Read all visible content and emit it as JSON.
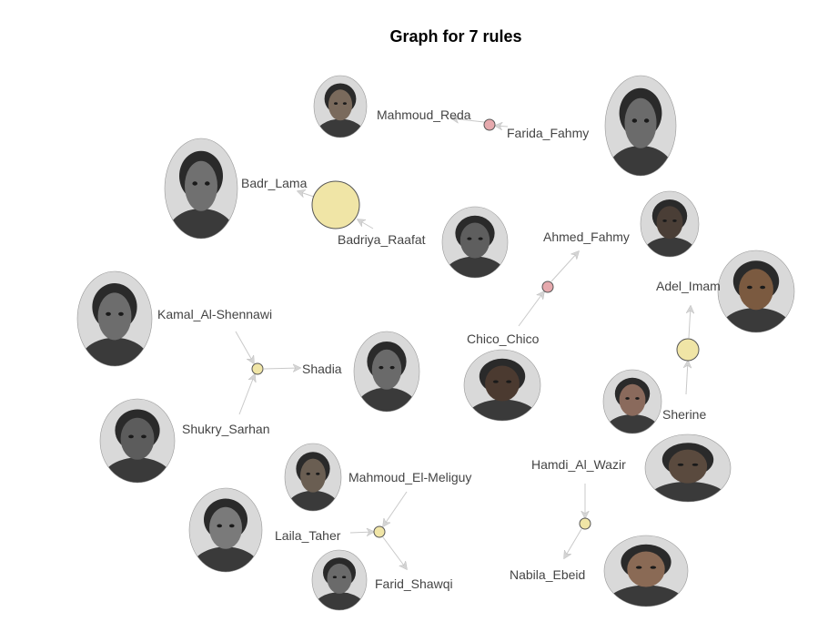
{
  "title": "Graph for 7 rules",
  "colors": {
    "rule_yellow": "#f0e5a6",
    "rule_pink": "#e6a9ad",
    "edge": "#c9c9c9",
    "label": "#444444"
  },
  "people": [
    {
      "id": "mahmoud_reda",
      "label": "Mahmoud_Reda",
      "portrait": "portrait-photo",
      "tone": "#7a6a5c"
    },
    {
      "id": "farida_fahmy",
      "label": "Farida_Fahmy",
      "portrait": "portrait-photo",
      "tone": "#6b6b6b"
    },
    {
      "id": "badr_lama",
      "label": "Badr_Lama",
      "portrait": "portrait-photo",
      "tone": "#707070"
    },
    {
      "id": "badriya_raafat",
      "label": "Badriya_Raafat",
      "portrait": "portrait-photo",
      "tone": "#5e5e5e"
    },
    {
      "id": "ahmed_fahmy",
      "label": "Ahmed_Fahmy",
      "portrait": "portrait-photo",
      "tone": "#4a3e36"
    },
    {
      "id": "adel_imam",
      "label": "Adel_Imam",
      "portrait": "portrait-photo",
      "tone": "#7b5a40"
    },
    {
      "id": "kamal_al_shennawi",
      "label": "Kamal_Al-Shennawi",
      "portrait": "portrait-photo",
      "tone": "#6d6d6d"
    },
    {
      "id": "shadia",
      "label": "Shadia",
      "portrait": "portrait-photo",
      "tone": "#6a6a6a"
    },
    {
      "id": "chico_chico",
      "label": "Chico_Chico",
      "portrait": "portrait-photo",
      "tone": "#4b3a30"
    },
    {
      "id": "shukry_sarhan",
      "label": "Shukry_Sarhan",
      "portrait": "portrait-photo",
      "tone": "#5c5c5c"
    },
    {
      "id": "sherine",
      "label": "Sherine",
      "portrait": "portrait-photo",
      "tone": "#8a6a5c"
    },
    {
      "id": "mahmoud_el_meliguy",
      "label": "Mahmoud_El-Meliguy",
      "portrait": "portrait-photo",
      "tone": "#6a5e52"
    },
    {
      "id": "hamdi_al_wazir",
      "label": "Hamdi_Al_Wazir",
      "portrait": "portrait-photo",
      "tone": "#5a4a3e"
    },
    {
      "id": "laila_taher",
      "label": "Laila_Taher",
      "portrait": "portrait-photo",
      "tone": "#7a7a7a"
    },
    {
      "id": "nabila_ebeid",
      "label": "Nabila_Ebeid",
      "portrait": "portrait-photo",
      "tone": "#8a6a55"
    },
    {
      "id": "farid_shawqi",
      "label": "Farid_Shawqi",
      "portrait": "portrait-photo",
      "tone": "#6a6a6a"
    }
  ],
  "rules": [
    {
      "id": "r1",
      "from": [
        "farida_fahmy"
      ],
      "to": "mahmoud_reda",
      "color": "#e6a9ad"
    },
    {
      "id": "r2",
      "from": [
        "badriya_raafat"
      ],
      "to": "badr_lama",
      "color": "#f0e5a6"
    },
    {
      "id": "r3",
      "from": [
        "chico_chico"
      ],
      "to": "ahmed_fahmy",
      "color": "#e6a9ad"
    },
    {
      "id": "r4",
      "from": [
        "sherine"
      ],
      "to": "adel_imam",
      "color": "#f0e5a6"
    },
    {
      "id": "r5",
      "from": [
        "kamal_al_shennawi",
        "shukry_sarhan"
      ],
      "to": "shadia",
      "color": "#f0e5a6"
    },
    {
      "id": "r6",
      "from": [
        "mahmoud_el_meliguy",
        "laila_taher"
      ],
      "to": "farid_shawqi",
      "color": "#f0e5a6"
    },
    {
      "id": "r7",
      "from": [
        "hamdi_al_wazir"
      ],
      "to": "nabila_ebeid",
      "color": "#f0e5a6"
    }
  ]
}
